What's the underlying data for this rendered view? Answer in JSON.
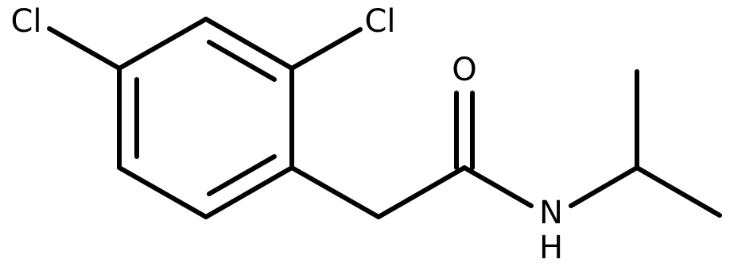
{
  "molecule": {
    "atoms": {
      "cl_left": "Cl",
      "cl_right": "Cl",
      "oxygen": "O",
      "nitrogen": "N",
      "amide_hydrogen": "H"
    },
    "colors": {
      "bond": "#000000",
      "label": "#000000",
      "background": "#ffffff"
    }
  }
}
